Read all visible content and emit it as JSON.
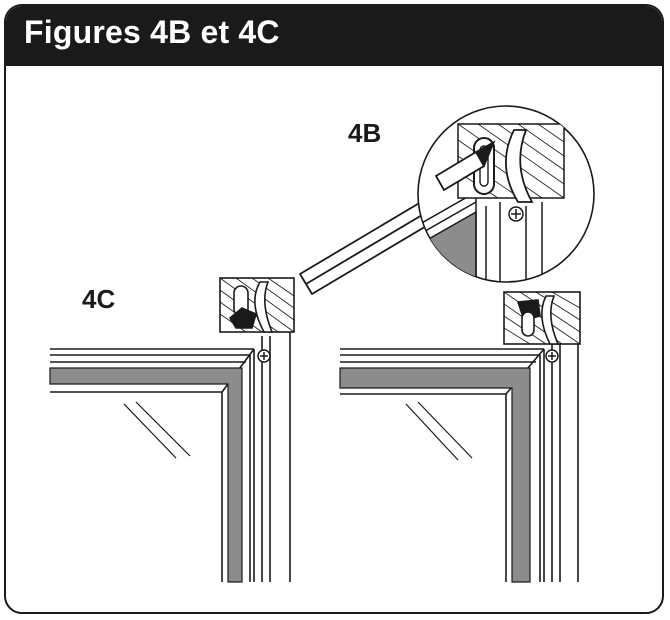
{
  "header": {
    "title": "Figures 4B et 4C"
  },
  "labels": {
    "fig_4b": "4B",
    "fig_4c": "4C"
  },
  "colors": {
    "title_bg": "#1a1a1a",
    "title_text": "#ffffff",
    "line": "#1a1a1a",
    "gasket": "#8c8c8c"
  },
  "icons": [
    "pencil-icon",
    "screw-icon",
    "latch-icon"
  ]
}
